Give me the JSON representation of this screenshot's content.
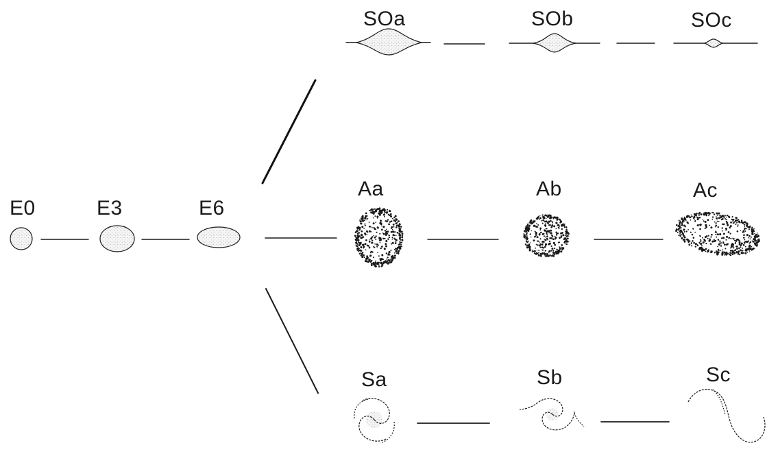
{
  "labels": {
    "elliptical": [
      "E0",
      "E3",
      "E6"
    ],
    "lenticular": [
      "SOa",
      "SOb",
      "SOc"
    ],
    "anemic": [
      "Aa",
      "Ab",
      "Ac"
    ],
    "spiral": [
      "Sa",
      "Sb",
      "Sc"
    ]
  }
}
